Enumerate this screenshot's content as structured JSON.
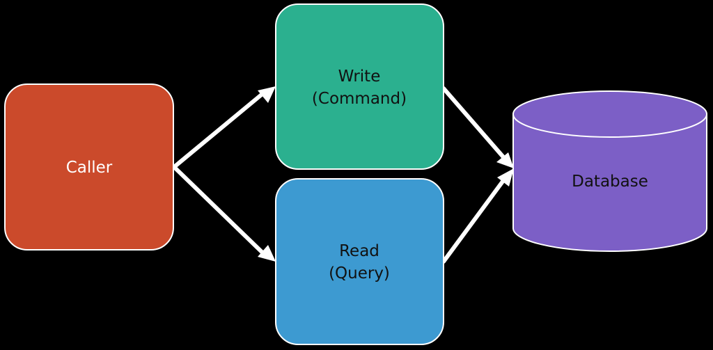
{
  "nodes": {
    "caller": {
      "label": "Caller",
      "color": "#CB4A2B",
      "text_color": "#FFFFFF"
    },
    "write": {
      "line1": "Write",
      "line2": "(Command)",
      "color": "#2BB08F",
      "text_color": "#111111"
    },
    "read": {
      "line1": "Read",
      "line2": "(Query)",
      "color": "#3D9AD1",
      "text_color": "#111111"
    },
    "database": {
      "label": "Database",
      "color": "#7C5FC6",
      "text_color": "#111111"
    }
  },
  "colors": {
    "background": "#000000",
    "border": "#FFFFFF",
    "arrow": "#FFFFFF"
  }
}
